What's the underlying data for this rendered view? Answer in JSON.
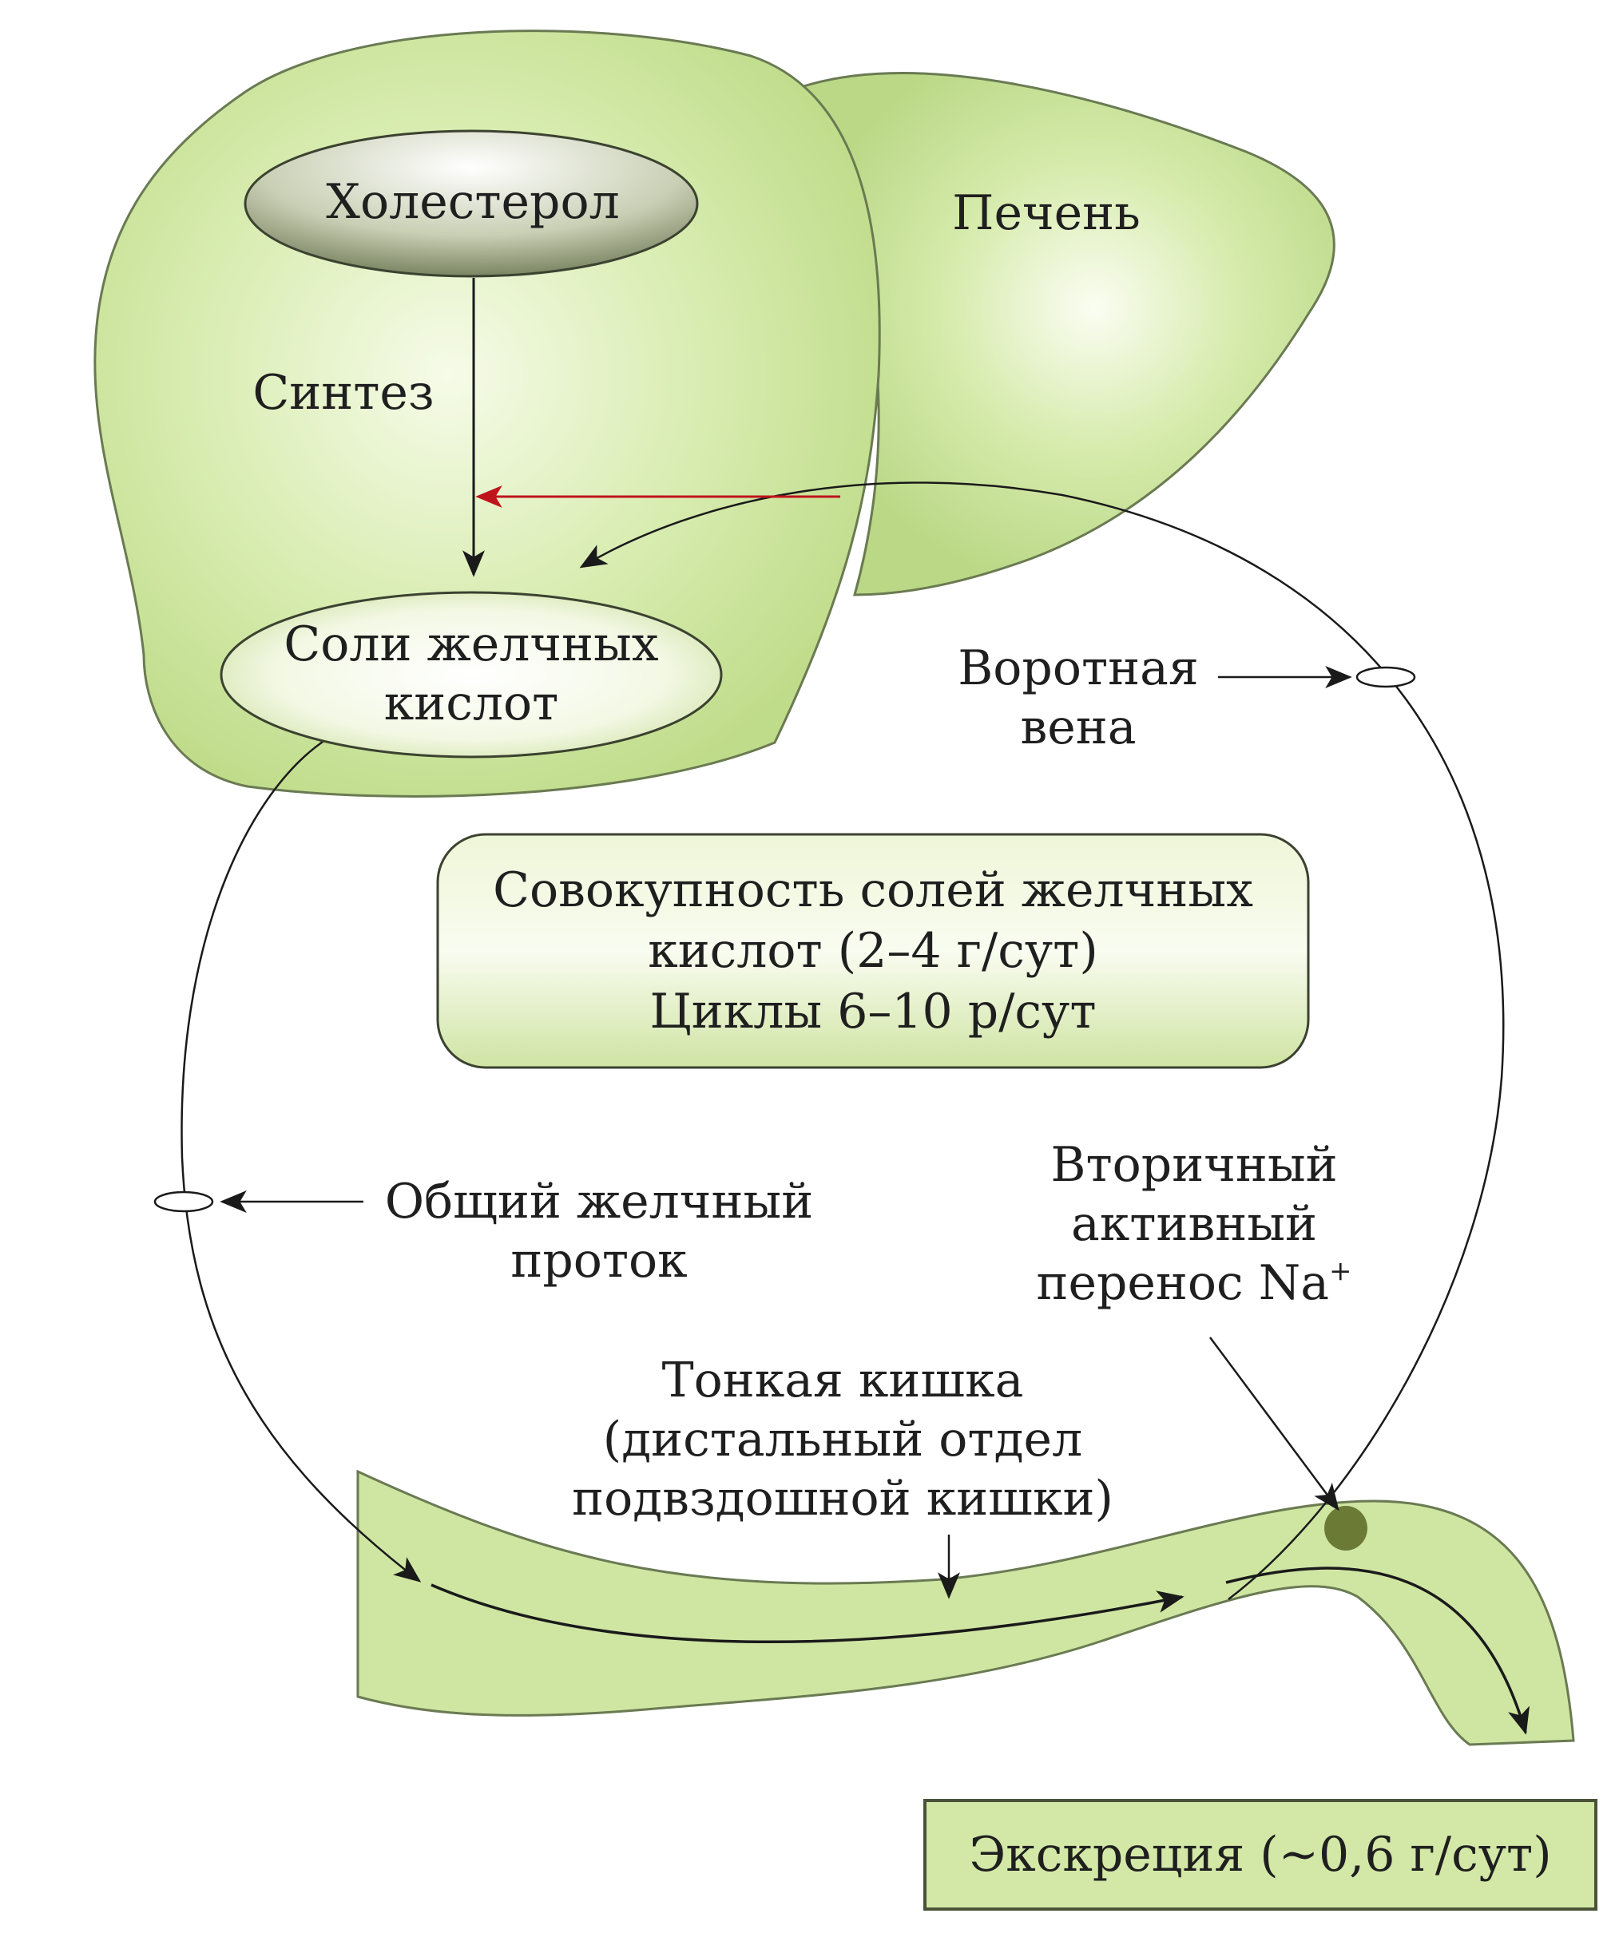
{
  "labels": {
    "cholesterol": "Холестерол",
    "liver": "Печень",
    "synthesis": "Синтез",
    "bile_salts": "Соли желчных\nкислот",
    "portal_vein": "Воротная\nвена",
    "pool": "Совокупность солей желчных\nкислот (2–4 г/сут)\nЦиклы 6–10 р/сут",
    "common_bile_duct": "Общий желчный\nпроток",
    "secondary_transport": "Вторичный\nактивный\nперенос Na",
    "secondary_transport_sup": "+",
    "small_intestine": "Тонкая кишка\n(дистальный отдел\nподвздошной кишки)",
    "excretion": "Экскреция (~0,6 г/сут)"
  },
  "colors": {
    "organ_fill": "#cfe6a3",
    "organ_outline": "#6a7a52",
    "box_fill": "#dcedb8",
    "feedback_arrow": "#c0141c",
    "line": "#1a1a1a",
    "transport_site": "#6b7a35"
  }
}
